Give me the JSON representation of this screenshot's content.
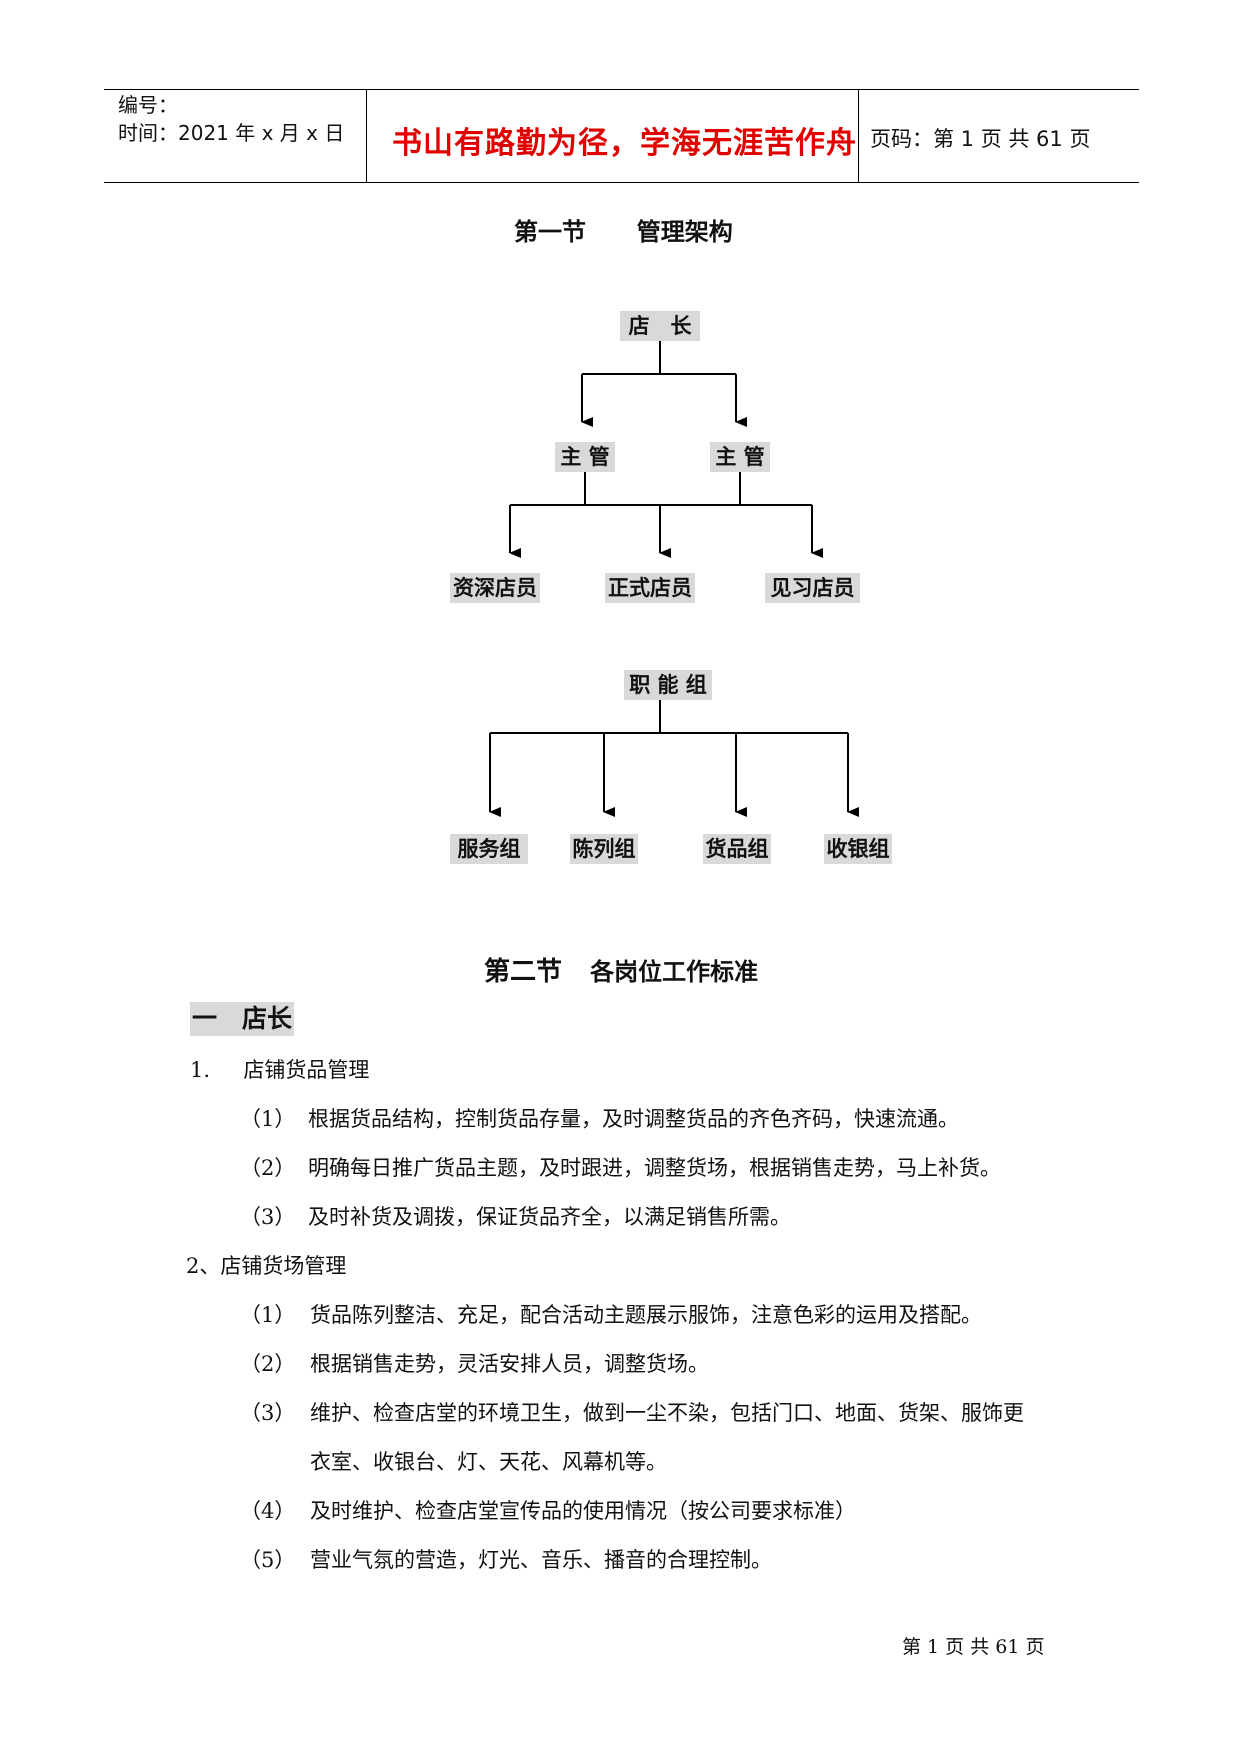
{
  "header": {
    "number_label": "编号：",
    "time_label": "时间：2021 年 x 月 x 日",
    "motto": "书山有路勤为径，学海无涯苦作舟",
    "page_info": "页码：第 1 页  共 61 页"
  },
  "section1": {
    "title": "第一节",
    "subtitle": "管理架构",
    "org1": {
      "root": "店　长",
      "managers": [
        "主 管",
        "主 管"
      ],
      "staff": [
        "资深店员",
        "正式店员",
        "见习店员"
      ]
    },
    "org2": {
      "root": "职 能 组",
      "groups": [
        "服务组",
        "陈列组",
        "货品组",
        "收银组"
      ]
    }
  },
  "section2": {
    "title": "第二节",
    "subtitle": "各岗位工作标准",
    "heading": "一　店长",
    "items": [
      {
        "label": "1.",
        "title": "店铺货品管理",
        "subs": [
          {
            "num": "（1）",
            "text": "根据货品结构，控制货品存量，及时调整货品的齐色齐码，快速流通。"
          },
          {
            "num": "（2）",
            "text": "明确每日推广货品主题，及时跟进，调整货场，根据销售走势，马上补货。"
          },
          {
            "num": "（3）",
            "text": "及时补货及调拨，保证货品齐全，以满足销售所需。"
          }
        ]
      },
      {
        "label": "2、",
        "title": "店铺货场管理",
        "subs": [
          {
            "num": "（1）",
            "text": "货品陈列整洁、充足，配合活动主题展示服饰，注意色彩的运用及搭配。"
          },
          {
            "num": "（2）",
            "text": "根据销售走势，灵活安排人员，调整货场。"
          },
          {
            "num": "（3）",
            "text": "维护、检查店堂的环境卫生，做到一尘不染，包括门口、地面、货架、服饰更",
            "cont": "衣室、收银台、灯、天花、风幕机等。"
          },
          {
            "num": "（4）",
            "text": "及时维护、检查店堂宣传品的使用情况（按公司要求标准）"
          },
          {
            "num": "（5）",
            "text": "营业气氛的营造，灯光、音乐、播音的合理控制。"
          }
        ]
      }
    ]
  },
  "footer": {
    "page": "第 1 页 共 61 页"
  }
}
